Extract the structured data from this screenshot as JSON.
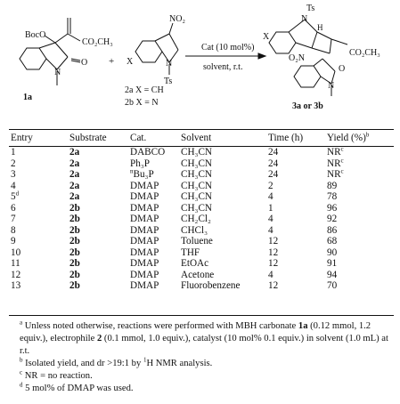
{
  "scheme": {
    "reactant1": {
      "boc_label": "BocO",
      "ester_label": "CO₂CH₃",
      "n_label": "N",
      "o_label": "O",
      "compound_label": "1a"
    },
    "plus": "+",
    "reactant2": {
      "no2_label": "NO₂",
      "x_label": "X",
      "n_label": "N",
      "ts_label": "Ts",
      "compound_label_a": "2a X = CH",
      "compound_label_b": "2b X = N"
    },
    "conditions": {
      "catalyst": "Cat (10 mol%)",
      "solvent": "solvent, r.t."
    },
    "product": {
      "ts_label": "Ts",
      "n_label": "N",
      "h_label": "H",
      "x_label": "X",
      "no2_label": "O₂N",
      "ester_label": "CO₂CH₃",
      "o_label": "O",
      "n2_label": "N",
      "compound_label": "3a or 3b"
    }
  },
  "table": {
    "headers": {
      "entry": "Entry",
      "substrate": "Substrate",
      "cat": "Cat.",
      "solvent": "Solvent",
      "time": "Time (h)",
      "yield": "Yield (%)",
      "yield_sup": "b"
    },
    "rows": [
      {
        "entry": "1",
        "entry_sup": "",
        "substrate": "2a",
        "cat_pre": "",
        "cat": "DABCO",
        "solvent": "CH₃CN",
        "time": "24",
        "yield": "NR",
        "yield_sup": "c"
      },
      {
        "entry": "2",
        "entry_sup": "",
        "substrate": "2a",
        "cat_pre": "",
        "cat": "Ph₃P",
        "solvent": "CH₃CN",
        "time": "24",
        "yield": "NR",
        "yield_sup": "c"
      },
      {
        "entry": "3",
        "entry_sup": "",
        "substrate": "2a",
        "cat_pre": "n",
        "cat": "Bu₃P",
        "solvent": "CH₃CN",
        "time": "24",
        "yield": "NR",
        "yield_sup": "c"
      },
      {
        "entry": "4",
        "entry_sup": "",
        "substrate": "2a",
        "cat_pre": "",
        "cat": "DMAP",
        "solvent": "CH₃CN",
        "time": "2",
        "yield": "89",
        "yield_sup": ""
      },
      {
        "entry": "5",
        "entry_sup": "d",
        "substrate": "2a",
        "cat_pre": "",
        "cat": "DMAP",
        "solvent": "CH₃CN",
        "time": "4",
        "yield": "78",
        "yield_sup": ""
      },
      {
        "entry": "6",
        "entry_sup": "",
        "substrate": "2b",
        "cat_pre": "",
        "cat": "DMAP",
        "solvent": "CH₃CN",
        "time": "1",
        "yield": "96",
        "yield_sup": ""
      },
      {
        "entry": "7",
        "entry_sup": "",
        "substrate": "2b",
        "cat_pre": "",
        "cat": "DMAP",
        "solvent": "CH₂Cl₂",
        "time": "4",
        "yield": "92",
        "yield_sup": ""
      },
      {
        "entry": "8",
        "entry_sup": "",
        "substrate": "2b",
        "cat_pre": "",
        "cat": "DMAP",
        "solvent": "CHCl₃",
        "time": "4",
        "yield": "86",
        "yield_sup": ""
      },
      {
        "entry": "9",
        "entry_sup": "",
        "substrate": "2b",
        "cat_pre": "",
        "cat": "DMAP",
        "solvent": "Toluene",
        "time": "12",
        "yield": "68",
        "yield_sup": ""
      },
      {
        "entry": "10",
        "entry_sup": "",
        "substrate": "2b",
        "cat_pre": "",
        "cat": "DMAP",
        "solvent": "THF",
        "time": "12",
        "yield": "90",
        "yield_sup": ""
      },
      {
        "entry": "11",
        "entry_sup": "",
        "substrate": "2b",
        "cat_pre": "",
        "cat": "DMAP",
        "solvent": "EtOAc",
        "time": "12",
        "yield": "91",
        "yield_sup": ""
      },
      {
        "entry": "12",
        "entry_sup": "",
        "substrate": "2b",
        "cat_pre": "",
        "cat": "DMAP",
        "solvent": "Acetone",
        "time": "4",
        "yield": "94",
        "yield_sup": ""
      },
      {
        "entry": "13",
        "entry_sup": "",
        "substrate": "2b",
        "cat_pre": "",
        "cat": "DMAP",
        "solvent": "Fluorobenzene",
        "time": "12",
        "yield": "70",
        "yield_sup": ""
      }
    ]
  },
  "footnotes": {
    "a": {
      "mark": "a",
      "t1": " Unless noted otherwise, reactions were performed with MBH carbonate ",
      "b1": "1a",
      "t2": " (0.12 mmol, 1.2 equiv.), electrophile ",
      "b2": "2",
      "t3": " (0.1 mmol, 1.0 equiv.), catalyst (10 mol% 0.1 equiv.) in solvent (1.0 mL) at r.t."
    },
    "b": {
      "mark": "b",
      "t1": " Isolated yield, and dr >19:1 by ",
      "sup": "1",
      "t2": "H NMR analysis."
    },
    "c": {
      "mark": "c",
      "text": " NR = no reaction."
    },
    "d": {
      "mark": "d",
      "text": " 5 mol% of DMAP was used."
    }
  }
}
